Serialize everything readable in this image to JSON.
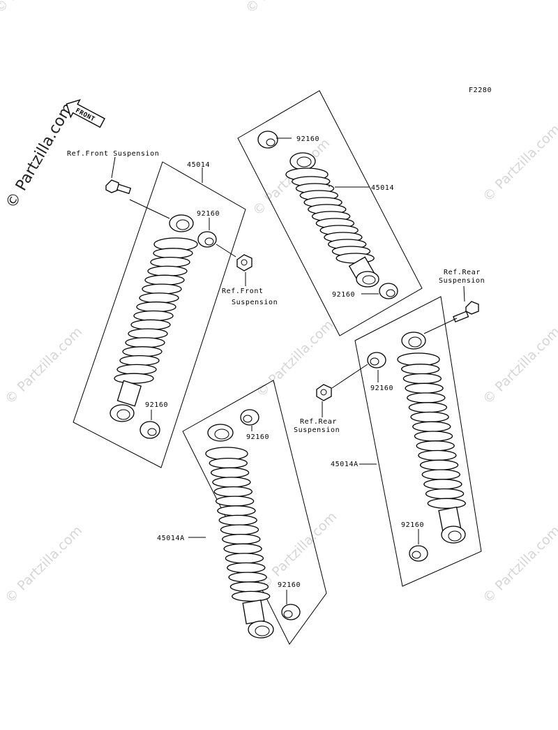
{
  "diagram": {
    "code": "F2280",
    "front_arrow_text": "FRONT",
    "watermark": "© Partzilla.com",
    "labels": {
      "p45014_a": "45014",
      "p45014_b": "45014",
      "p45014A_a": "45014A",
      "p45014A_b": "45014A",
      "p92160_1": "92160",
      "p92160_2": "92160",
      "p92160_3": "92160",
      "p92160_4": "92160",
      "p92160_5": "92160",
      "p92160_6": "92160",
      "p92160_7": "92160",
      "p92160_8": "92160",
      "ref_front_top": "Ref.Front Suspension",
      "ref_front_mid_1": "Ref.Front",
      "ref_front_mid_2": "Suspension",
      "ref_rear_top_1": "Ref.Rear",
      "ref_rear_top_2": "Suspension",
      "ref_rear_mid_1": "Ref.Rear",
      "ref_rear_mid_2": "Suspension"
    }
  }
}
